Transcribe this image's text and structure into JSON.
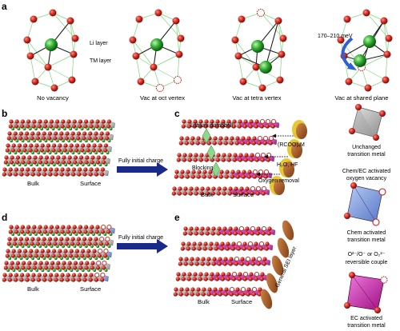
{
  "panel_letters": {
    "a": "a",
    "b": "b",
    "c": "c",
    "d": "d",
    "e": "e"
  },
  "panel_a": {
    "li_layer": "Li layer",
    "tm_layer": "TM layer",
    "energy": "170–210 meV",
    "captions": [
      "No vacancy",
      "Vac at oct vertex",
      "Vac at tetra vertex",
      "Vac at shared plane"
    ]
  },
  "panel_b": {
    "bulk": "Bulk",
    "surface": "Surface",
    "arrow": "Fully initial charge"
  },
  "panel_c": {
    "lithium_dumbbell": "Lithium dumbbell",
    "rcoo": "(RCOO)ₓM",
    "blocking": "Blocking",
    "h2o_hf": "H₂O, HF",
    "oxygen_removal": "Oxygen removal",
    "bulk": "Bulk",
    "surface": "Surface"
  },
  "panel_d": {
    "bulk": "Bulk",
    "surface": "Surface",
    "arrow": "Fully initial charge"
  },
  "panel_e": {
    "sei": "General SEI layer",
    "bulk": "Bulk",
    "surface": "Surface"
  },
  "legend": {
    "unchanged": [
      "Unchanged",
      "transition metal"
    ],
    "vacancy": [
      "Chem/EC activated",
      "oxygen vacancy"
    ],
    "chem": [
      "Chem activated",
      "transition metal"
    ],
    "couple": [
      "O²⁻/O⁻ or O₂²⁻",
      "reversible couple"
    ],
    "ec": [
      "EC activated",
      "transition metal"
    ]
  },
  "colors": {
    "oxygen": "#cc1f1a",
    "lithium": "#2aa52a",
    "tm_octahedron": "#b8b8b8",
    "activated_tm": "#c81fa6",
    "chem_tm": "#6e8fd6",
    "arrow": "#1a2a8a",
    "sei": "#a0522d"
  }
}
